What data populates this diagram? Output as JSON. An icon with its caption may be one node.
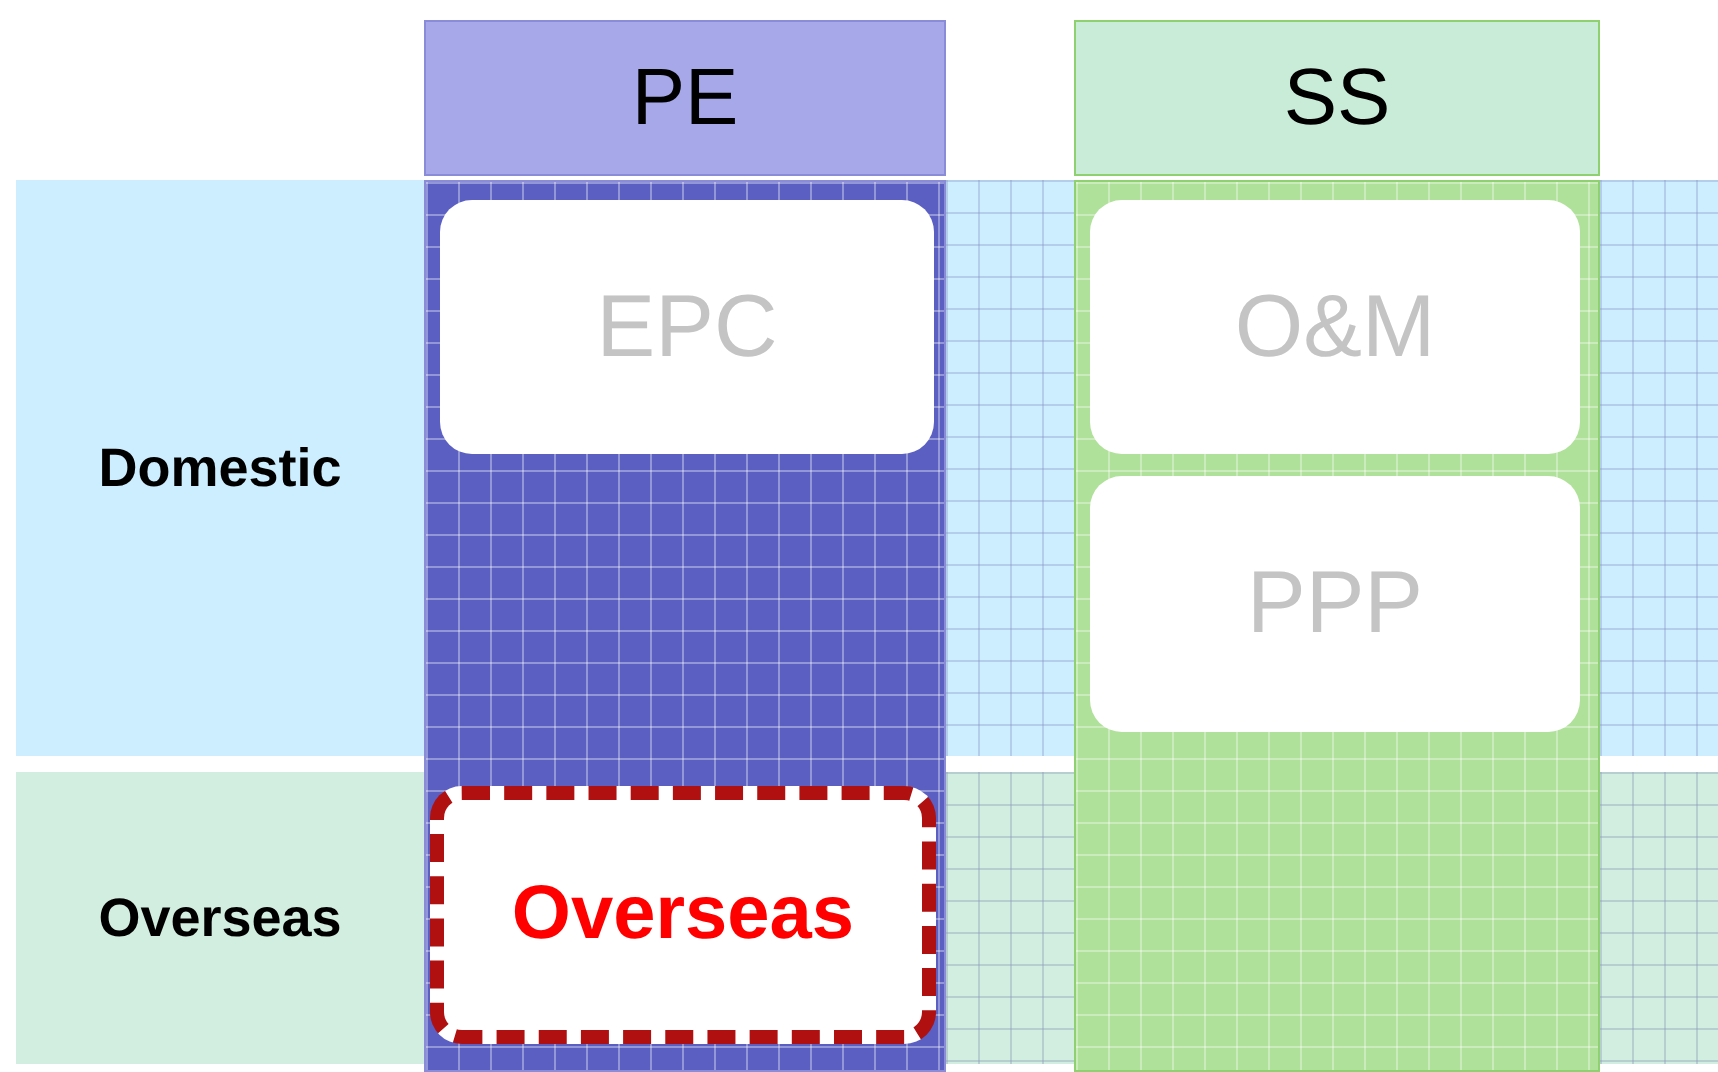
{
  "diagram": {
    "nodes": [
      {
        "text": [
          "PE"
        ]
      },
      {
        "text": [
          "SS"
        ]
      },
      {
        "text": [
          "Domestic"
        ]
      },
      {
        "text": [
          "Overseas"
        ]
      },
      {
        "text": [
          "EPC"
        ],
        "in": 0
      },
      {
        "text": [
          "O&M"
        ],
        "in": 1
      },
      {
        "text": [
          "PPP"
        ],
        "in": 1
      },
      {
        "text": [
          "Overseas"
        ],
        "in": 0
      }
    ]
  }
}
